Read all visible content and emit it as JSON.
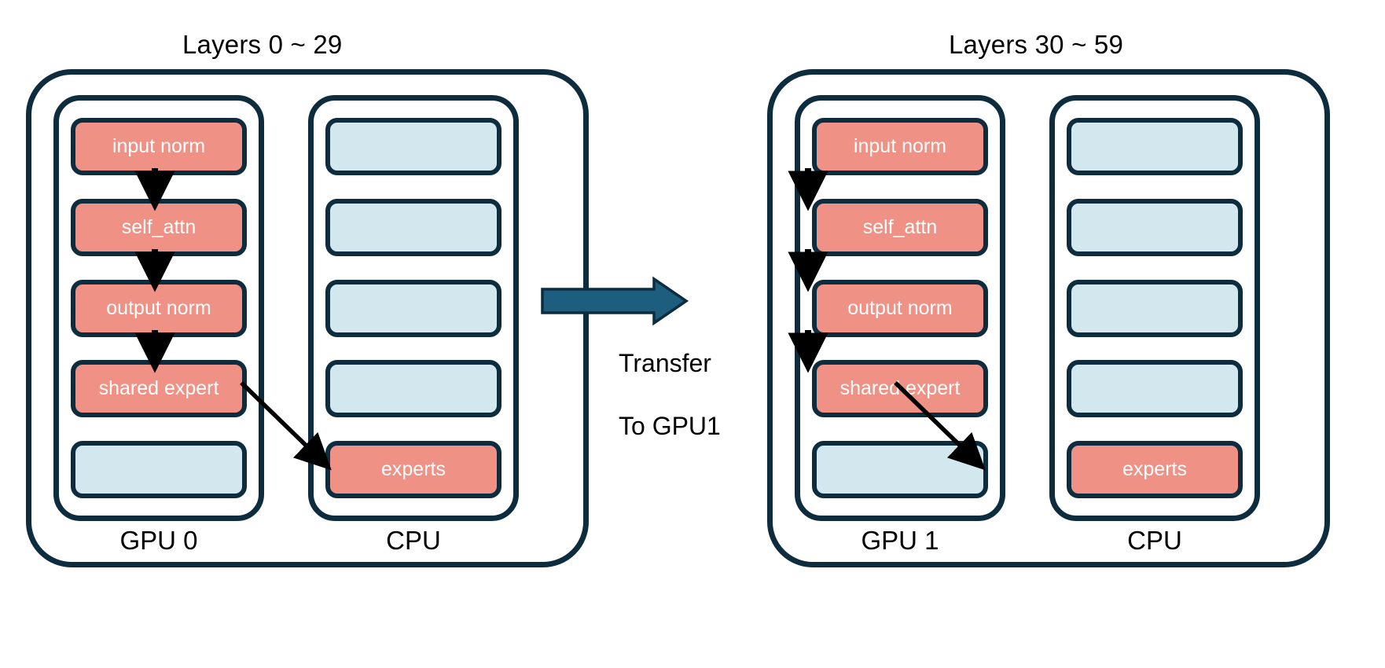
{
  "diagram": {
    "title_semantic": "moe-layer-offload-across-gpu-and-cpu",
    "colors": {
      "active_block": "#ef9285",
      "inactive_block": "#d3e7ee",
      "outline": "#0d2c3e",
      "transfer_arrow": "#1d5d7d",
      "background": "#ffffff",
      "block_text": "#ffffff",
      "label_text": "#000000"
    }
  },
  "panels": [
    {
      "id": "panel-left",
      "title": "Layers 0 ~ 29",
      "gpu": {
        "label": "GPU 0",
        "units": [
          {
            "label": "input norm",
            "state": "active"
          },
          {
            "label": "self_attn",
            "state": "active"
          },
          {
            "label": "output norm",
            "state": "active"
          },
          {
            "label": "shared expert",
            "state": "active"
          },
          {
            "label": "",
            "state": "inactive"
          }
        ]
      },
      "cpu": {
        "label": "CPU",
        "units": [
          {
            "label": "",
            "state": "inactive"
          },
          {
            "label": "",
            "state": "inactive"
          },
          {
            "label": "",
            "state": "inactive"
          },
          {
            "label": "",
            "state": "inactive"
          },
          {
            "label": "experts",
            "state": "active"
          }
        ]
      }
    },
    {
      "id": "panel-right",
      "title": "Layers 30 ~ 59",
      "gpu": {
        "label": "GPU 1",
        "units": [
          {
            "label": "input norm",
            "state": "active"
          },
          {
            "label": "self_attn",
            "state": "active"
          },
          {
            "label": "output norm",
            "state": "active"
          },
          {
            "label": "shared expert",
            "state": "active"
          },
          {
            "label": "",
            "state": "inactive"
          }
        ]
      },
      "cpu": {
        "label": "CPU",
        "units": [
          {
            "label": "",
            "state": "inactive"
          },
          {
            "label": "",
            "state": "inactive"
          },
          {
            "label": "",
            "state": "inactive"
          },
          {
            "label": "",
            "state": "inactive"
          },
          {
            "label": "experts",
            "state": "active"
          }
        ]
      }
    }
  ],
  "transfer": {
    "label": "Transfer\nTo GPU1",
    "line1": "Transfer",
    "line2": "To GPU1",
    "direction": "left-to-right"
  }
}
